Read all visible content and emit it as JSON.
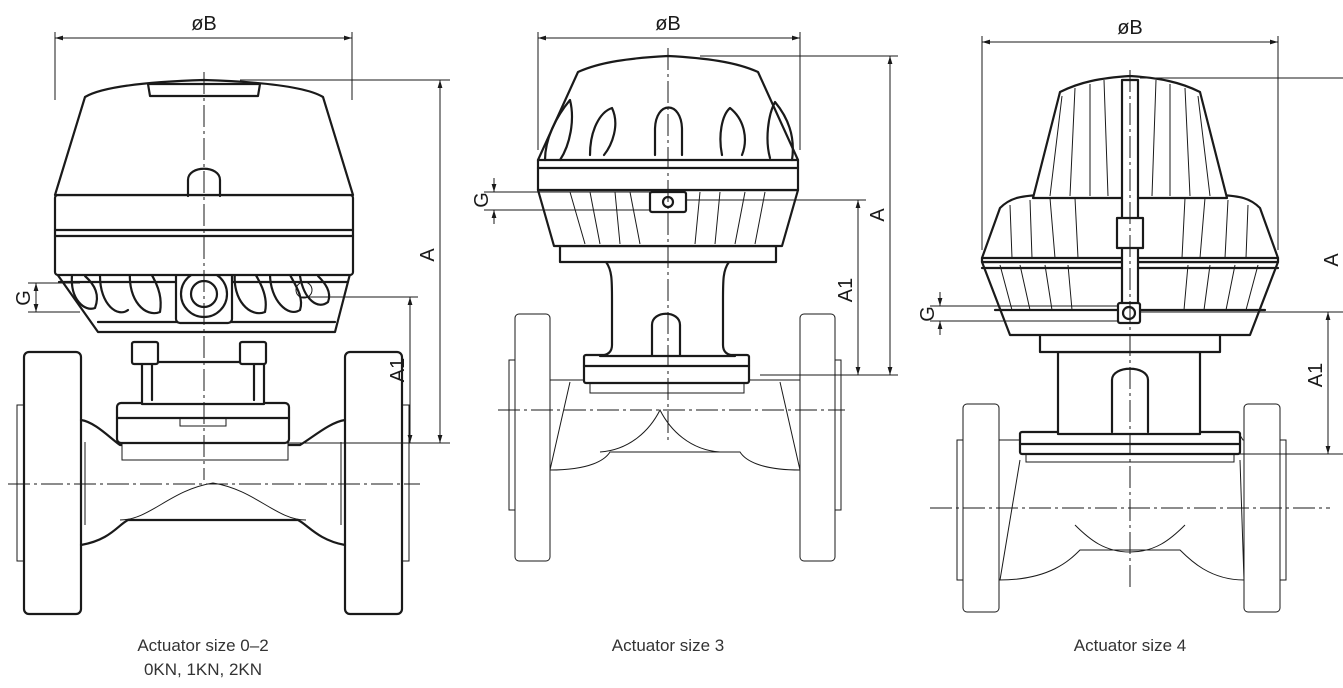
{
  "dimension_labels": {
    "diameter": "øB",
    "height_total": "A",
    "height_partial": "A1",
    "connection": "G"
  },
  "captions": [
    {
      "line1": "Actuator size 0–2",
      "line2": "0KN, 1KN, 2KN"
    },
    {
      "line1": "Actuator size 3",
      "line2": ""
    },
    {
      "line1": "Actuator size 4",
      "line2": ""
    }
  ],
  "colors": {
    "line": "#1a1a1a",
    "caption": "#333333",
    "background": "#ffffff"
  }
}
